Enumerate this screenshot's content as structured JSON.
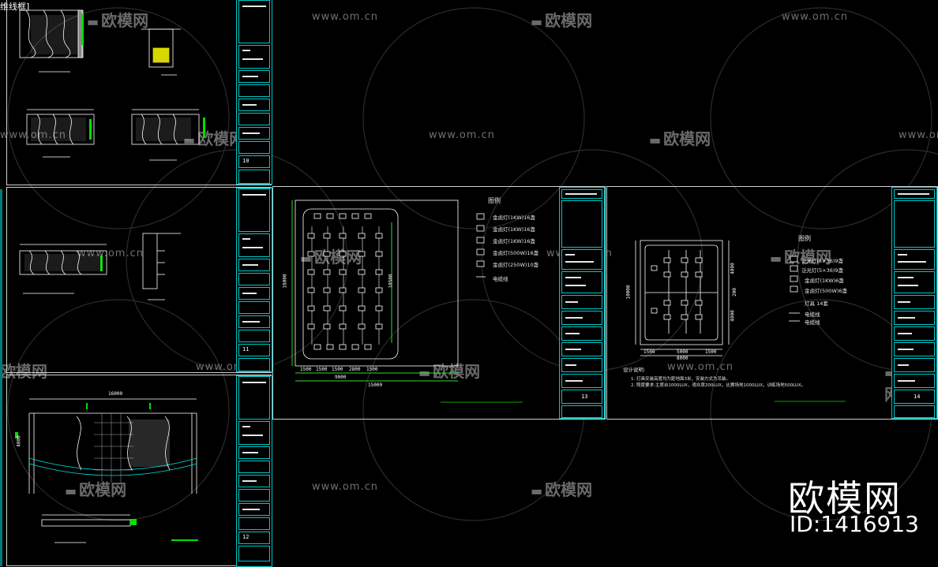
{
  "window": {
    "title_fragment": "维线框]"
  },
  "watermarks": {
    "om_url": "www.om.cn",
    "logo_text": "欧模网"
  },
  "brand": {
    "name": "欧模网",
    "id_label": "ID:1416913"
  },
  "sheets": [
    {
      "id": "sheet-top-left",
      "page_number": "10"
    },
    {
      "id": "sheet-mid-left",
      "page_number": "11"
    },
    {
      "id": "sheet-bottom-left",
      "page_number": "12"
    },
    {
      "id": "sheet-lighting-13",
      "page_number": "13"
    },
    {
      "id": "sheet-lighting-14",
      "page_number": "14"
    }
  ],
  "lighting_13": {
    "legend_title": "图例",
    "legend": [
      "金卤灯(1KW)16盏",
      "金卤灯(1KW)16盏",
      "金卤灯(1KW)16盏",
      "金卤灯(500W)16盏",
      "金卤灯(250W)10盏",
      "电缆线"
    ],
    "dims_bottom": [
      "1500",
      "1500",
      "1500",
      "2800",
      "1500"
    ],
    "dim_total_inner": "9000",
    "dim_total_outer": "15000",
    "dim_left": "16000",
    "dim_right": "10500"
  },
  "lighting_14": {
    "legend_title": "图例",
    "legend": [
      "泛光灯(5×36)9盏",
      "泛光灯(5×36)9盏",
      "金卤灯(1KW)6盏",
      "金卤灯(500W)6盏",
      "灯具 14套",
      "电缆线",
      "电缆线"
    ],
    "notes_title": "设计说明:",
    "notes": [
      "1. 灯具安装高度均为距地面3米，安装方式为吊装。",
      "2. 照度要求:主席台1000LUX，观众席200LUX，比赛场地1000LUX，训练场地500LUX。"
    ],
    "dims_bottom": [
      "1500",
      "5000",
      "1500"
    ],
    "dim_total": "8000",
    "dim_left": "10000",
    "dims_right": [
      "4000",
      "200",
      "4000"
    ]
  },
  "sheet_bottom_left": {
    "dim_top": "16000",
    "dim_left": "4000"
  },
  "colors": {
    "background": "#000000",
    "sheet_border": "#d0d0d0",
    "titleblock": "#00c8c8",
    "green": "#00e000",
    "yellow": "#e0e000",
    "watermark": "#6a6a6a"
  }
}
